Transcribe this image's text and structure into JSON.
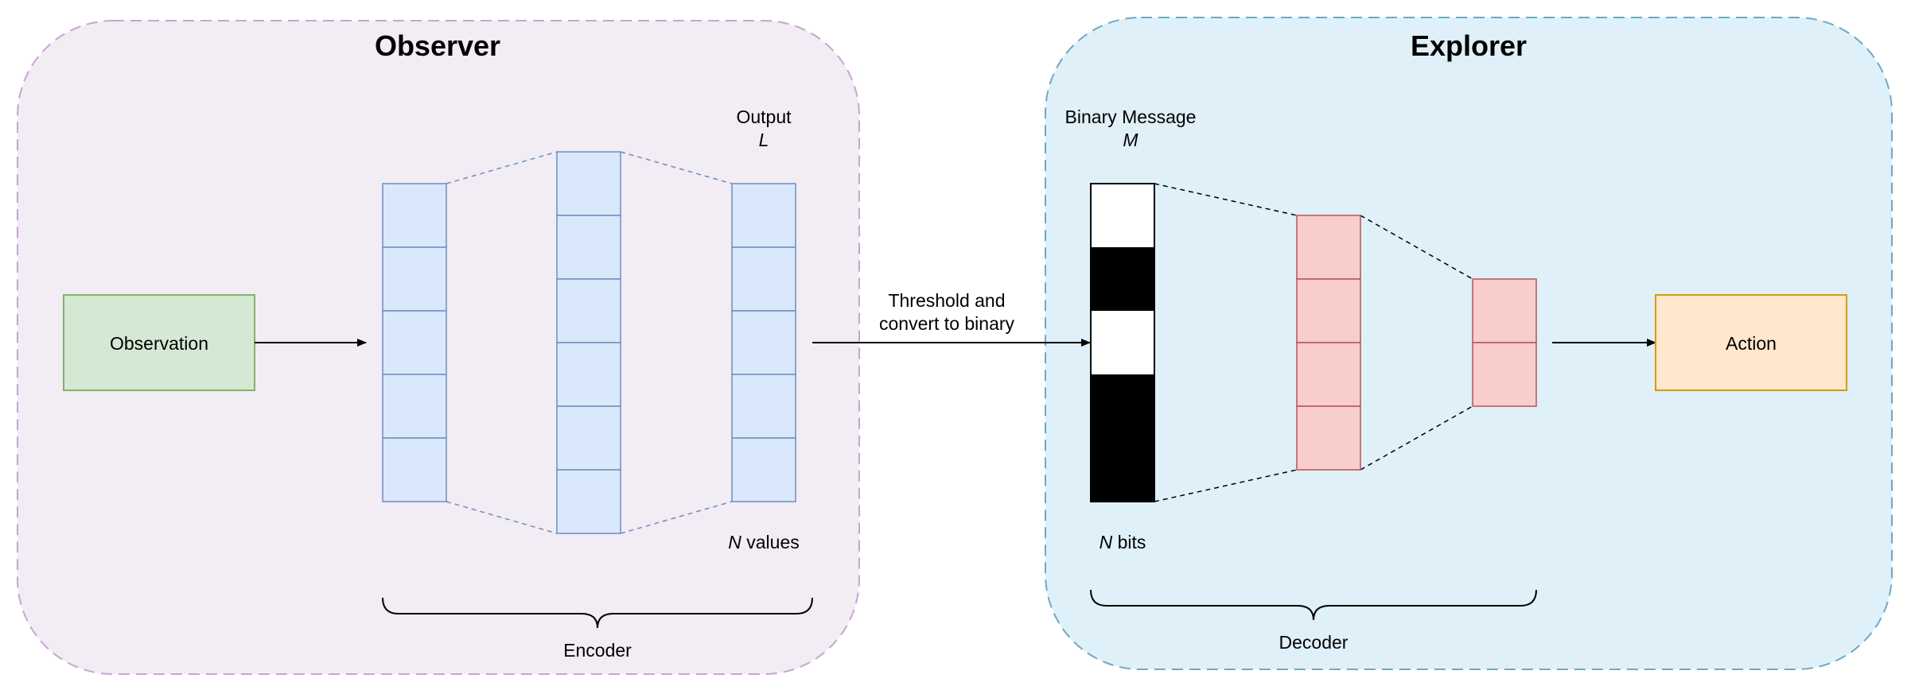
{
  "observer": {
    "title": "Observer"
  },
  "explorer": {
    "title": "Explorer"
  },
  "observation": {
    "label": "Observation"
  },
  "action": {
    "label": "Action"
  },
  "output": {
    "line1": "Output",
    "line2": "L"
  },
  "binary_message": {
    "line1": "Binary Message",
    "line2": "M"
  },
  "n_values": {
    "var": "N",
    "text": " values"
  },
  "n_bits": {
    "var": "N",
    "text": " bits"
  },
  "threshold": {
    "line1": "Threshold and",
    "line2": "convert to binary"
  },
  "encoder": {
    "label": "Encoder"
  },
  "decoder": {
    "label": "Decoder"
  },
  "colors": {
    "observer_bg": "#f2ecf4",
    "observer_border": "#c9a3d4",
    "explorer_bg": "#dff0f8",
    "explorer_border": "#6fa8c8",
    "encoder_cell": "#dae8fc",
    "encoder_stroke": "#6c8ebf",
    "decoder_cell": "#f8cecc",
    "decoder_stroke": "#b85450",
    "observation_bg": "#d5e8d4",
    "observation_stroke": "#82b366",
    "action_bg": "#ffe6cc",
    "action_stroke": "#d79b00"
  },
  "binary_bits": [
    0,
    1,
    0,
    1,
    1
  ]
}
